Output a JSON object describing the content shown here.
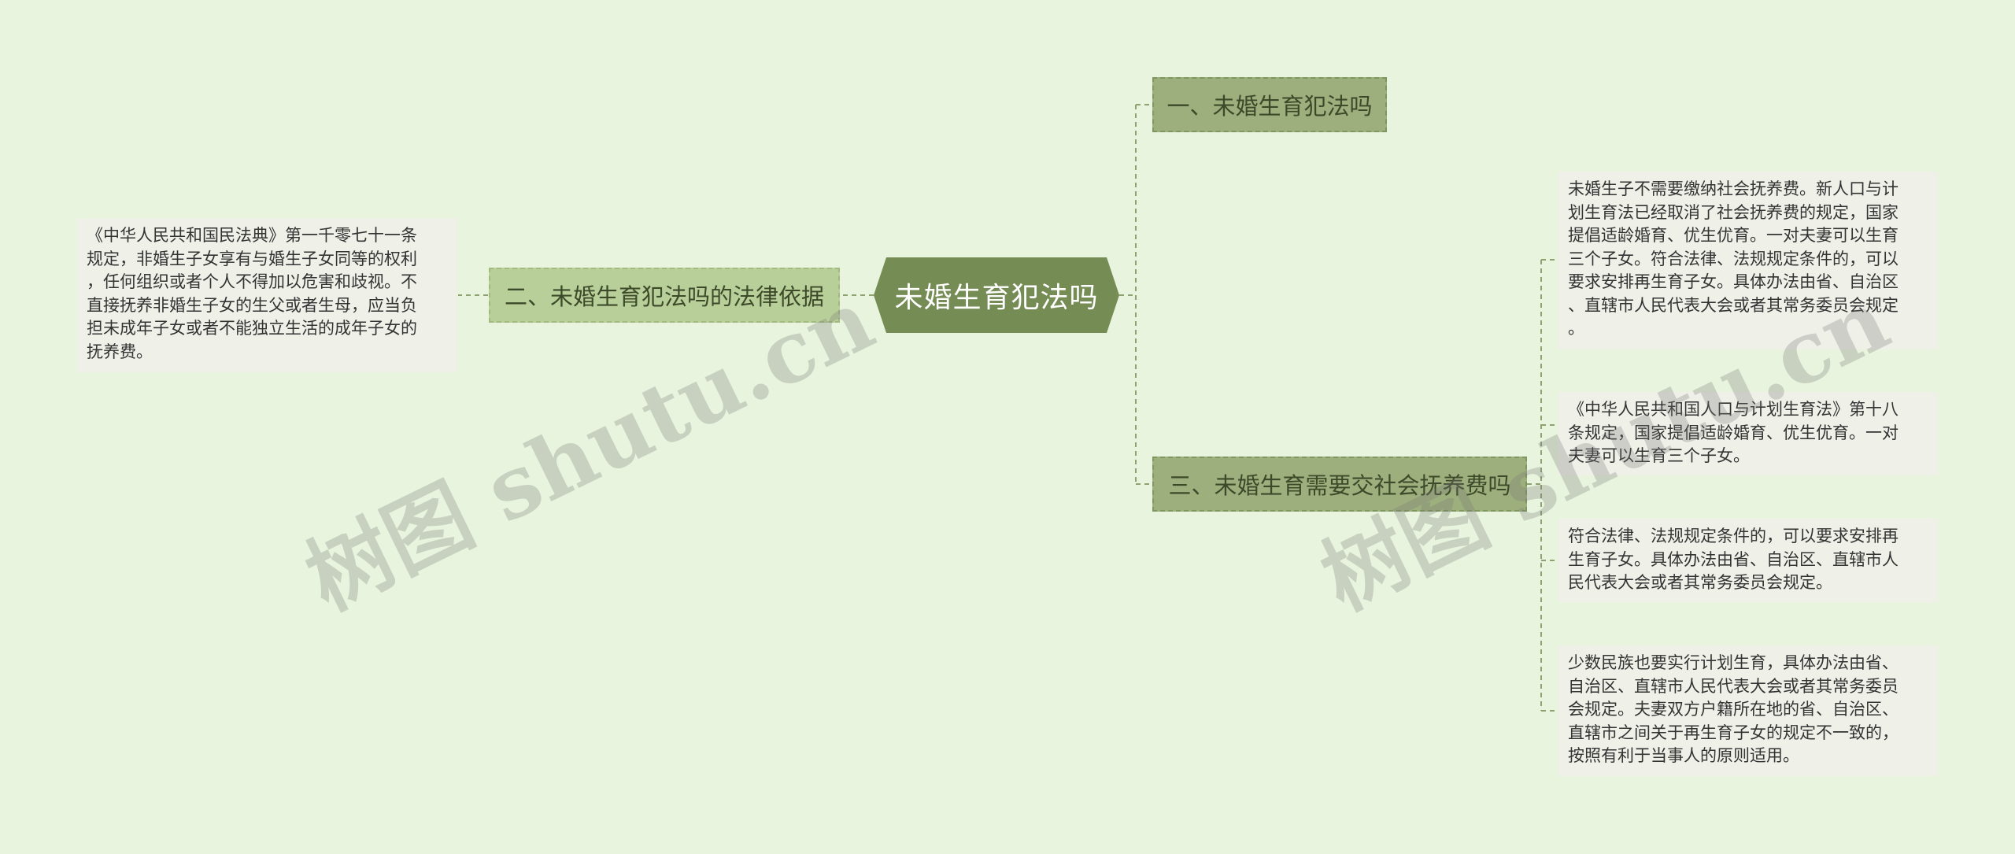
{
  "root": {
    "label": "未婚生育犯法吗"
  },
  "branches": [
    {
      "label": "一、未婚生育犯法吗"
    },
    {
      "label": "二、未婚生育犯法吗的法律依据"
    },
    {
      "label": "三、未婚生育需要交社会抚养费吗"
    }
  ],
  "leaves": {
    "law_basis": "《中华人民共和国民法典》第一千零七十一条\n规定，非婚生子女享有与婚生子女同等的权利\n，任何组织或者个人不得加以危害和歧视。不\n直接抚养非婚生子女的生父或者生母，应当负\n担未成年子女或者不能独立生活的成年子女的\n抚养费。",
    "fee_1": "未婚生子不需要缴纳社会抚养费。新人口与计\n划生育法已经取消了社会抚养费的规定，国家\n提倡适龄婚育、优生优育。一对夫妻可以生育\n三个子女。符合法律、法规规定条件的，可以\n要求安排再生育子女。具体办法由省、自治区\n、直辖市人民代表大会或者其常务委员会规定\n。",
    "fee_2": "《中华人民共和国人口与计划生育法》第十八\n条规定，国家提倡适龄婚育、优生优育。一对\n夫妻可以生育三个子女。",
    "fee_3": "符合法律、法规规定条件的，可以要求安排再\n生育子女。具体办法由省、自治区、直辖市人\n民代表大会或者其常务委员会规定。",
    "fee_4": "少数民族也要实行计划生育，具体办法由省、\n自治区、直辖市人民代表大会或者其常务委员\n会规定。夫妻双方户籍所在地的省、自治区、\n直辖市之间关于再生育子女的规定不一致的，\n按照有利于当事人的原则适用。"
  },
  "watermarks": [
    "树图 shutu.cn",
    "树图 shutu.cn"
  ],
  "colors": {
    "background": "#e8f4dd",
    "root": "#758c55",
    "branch": "#9daf7c",
    "branch_left": "#b9cf99",
    "leaf": "#eff0e8",
    "connector": "#8ea271"
  }
}
